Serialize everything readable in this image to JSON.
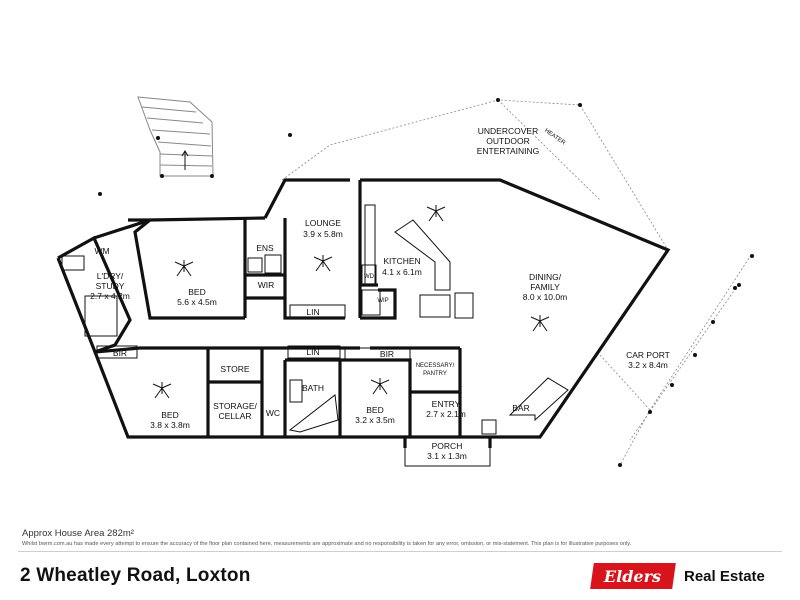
{
  "plan": {
    "rooms": {
      "undercover": [
        "UNDERCOVER",
        "OUTDOOR",
        "ENTERTAINING"
      ],
      "heater": "HEATER",
      "lounge": {
        "name": "LOUNGE",
        "dims": "3.9 x 5.8m"
      },
      "kitchen": {
        "name": "KITCHEN",
        "dims": "4.1 x 6.1m"
      },
      "dining": {
        "name": [
          "DINING/",
          "FAMILY"
        ],
        "dims": "8.0 x 10.0m"
      },
      "bed_master": {
        "name": "BED",
        "dims": "5.6 x 4.5m"
      },
      "ens": "ENS",
      "wir": "WIR",
      "wd": "WD",
      "wip": "WIP",
      "lin_top": "LIN",
      "wm": "WM",
      "laundry": {
        "name": [
          "L'DRY/",
          "STUDY"
        ],
        "dims": "2.7 x 4.2m"
      },
      "bir_left": "BIR",
      "bed_left": {
        "name": "BED",
        "dims": "3.8 x 3.8m"
      },
      "store": "STORE",
      "storage": [
        "STORAGE/",
        "CELLAR"
      ],
      "wc": "WC",
      "lin_mid": "LIN",
      "bath": "BATH",
      "bir_mid": "BIR",
      "bed_mid": {
        "name": "BED",
        "dims": "3.2 x 3.5m"
      },
      "pantry": [
        "NECESSARY/",
        "PANTRY"
      ],
      "entry": {
        "name": "ENTRY",
        "dims": "2.7 x 2.1m"
      },
      "bar": "BAR",
      "porch": {
        "name": "PORCH",
        "dims": "3.1 x 1.3m"
      },
      "carport": {
        "name": "CAR PORT",
        "dims": "3.2 x 8.4m"
      }
    }
  },
  "footer": {
    "area": "Approx House Area 282m²",
    "disclaimer": "Whilst bwrm.com.au has made every attempt to ensure the accuracy of the floor plan contained here, measurements are approximate and no responsibility is taken for any error, omission, or mis-statement. This plan is for illustrative purposes only.",
    "address": "2 Wheatley Road, Loxton",
    "brand_logo": "Elders",
    "brand_suffix": "Real Estate"
  },
  "colors": {
    "brand": "#d7131b",
    "walls": "#111111"
  }
}
